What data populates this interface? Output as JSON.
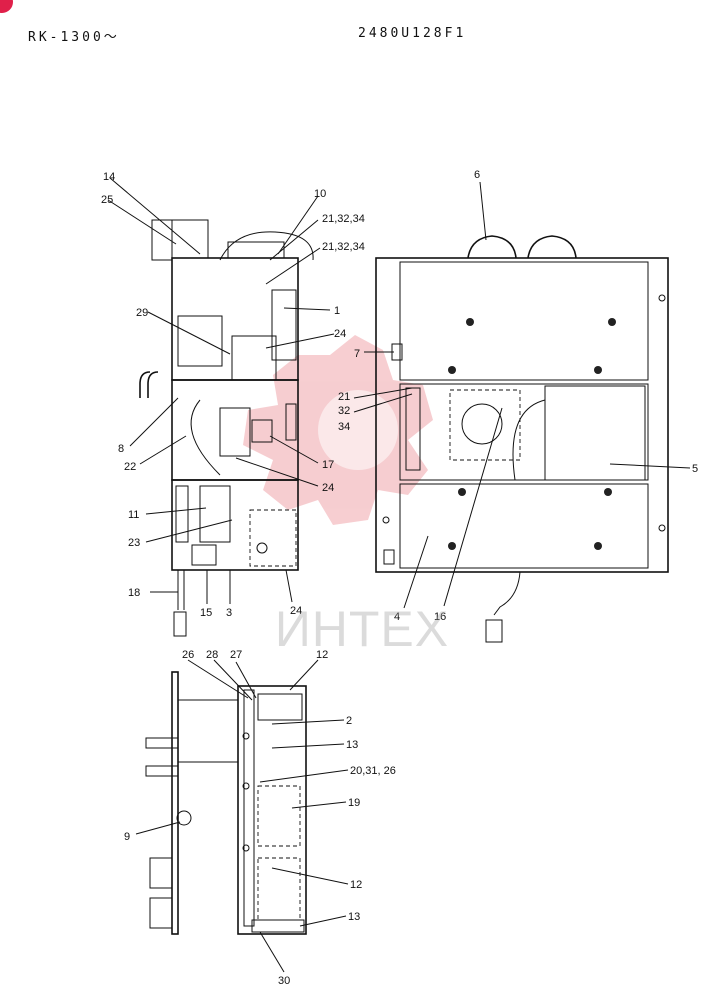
{
  "header": {
    "model": "RK-1300～",
    "doc_number": "2480U128F1"
  },
  "watermark": {
    "text": "ИНТЕХ",
    "color": "#e8737b"
  },
  "callouts": {
    "top_left_view": [
      "14",
      "25",
      "10",
      "21,32,34",
      "21,32,34",
      "1",
      "29",
      "24",
      "8",
      "22",
      "17",
      "24",
      "11",
      "23",
      "18",
      "15",
      "3",
      "24"
    ],
    "right_view": [
      "6",
      "7",
      "21",
      "32",
      "34",
      "5",
      "4",
      "16"
    ],
    "bottom_view": [
      "26",
      "28",
      "27",
      "12",
      "2",
      "13",
      "20,31, 26",
      "19",
      "9",
      "12",
      "13",
      "30"
    ]
  }
}
